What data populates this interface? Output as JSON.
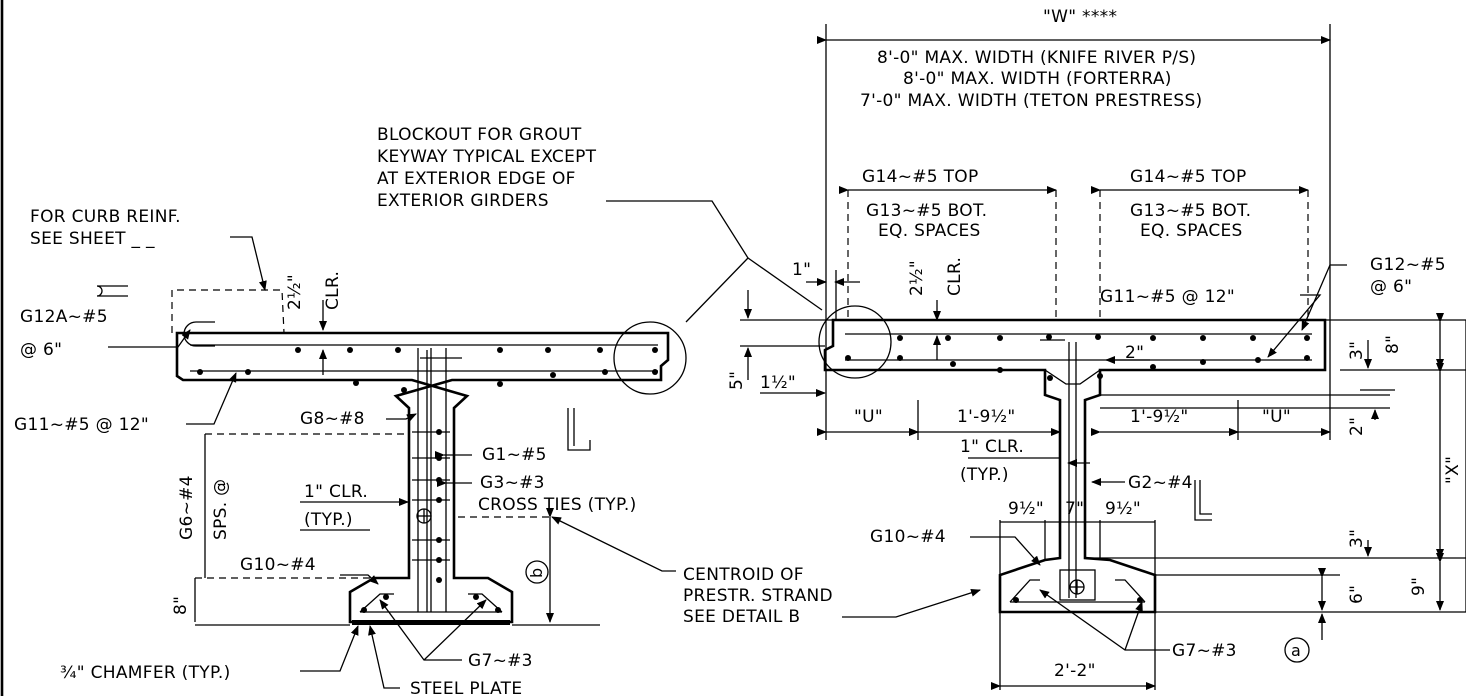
{
  "left_section": {
    "curb_note_1": "FOR CURB REINF.",
    "curb_note_2": "SEE SHEET _ _",
    "g12a_1": "G12A~#5",
    "g12a_2": "@ 6\"",
    "clr_top_num": "2½\"",
    "clr_top_label": "CLR.",
    "g11": "G11~#5 @ 12\"",
    "g8": "G8~#8",
    "g1": "G1~#5",
    "g3": "G3~#3",
    "cross_ties": "CROSS TIES (TYP.)",
    "clr_1": "1\" CLR.",
    "typ": "(TYP.)",
    "g6": "G6~#4",
    "sps": "SPS. @",
    "g10": "G10~#4",
    "dim_8": "8\"",
    "label_b": "b",
    "chamfer": "¾\" CHAMFER (TYP.)",
    "g7": "G7~#3",
    "steel_plate": "STEEL PLATE"
  },
  "blockout_note": [
    "BLOCKOUT FOR GROUT",
    "KEYWAY TYPICAL EXCEPT",
    "AT EXTERIOR EDGE OF",
    "EXTERIOR GIRDERS"
  ],
  "centroid_note": [
    "CENTROID OF",
    "PRESTR. STRAND",
    "SEE DETAIL B"
  ],
  "right_section": {
    "w_label": "\"W\" ****",
    "width_1": "8'-0\" MAX. WIDTH (KNIFE RIVER P/S)",
    "width_2": "8'-0\" MAX. WIDTH (FORTERRA)",
    "width_3": "7'-0\" MAX. WIDTH (TETON PRESTRESS)",
    "g14_left": "G14~#5 TOP",
    "g13_left": "G13~#5 BOT.",
    "eq_left": "EQ. SPACES",
    "g14_right": "G14~#5 TOP",
    "g13_right": "G13~#5 BOT.",
    "eq_right": "EQ. SPACES",
    "g12_1": "G12~#5",
    "g12_2": "@ 6\"",
    "g11": "G11~#5 @ 12\"",
    "dim_1": "1\"",
    "clr_top_num": "2½\"",
    "clr_top_label": "CLR.",
    "dim_2": "2\"",
    "dim_5": "5\"",
    "dim_1_5": "1½\"",
    "u_left": "\"U\"",
    "span_left": "1'-9½\"",
    "span_right": "1'-9½\"",
    "u_right": "\"U\"",
    "dim_3_top": "3\"",
    "dim_8": "8\"",
    "dim_2_side": "2\"",
    "x_label": "\"X\"",
    "clr_1": "1\" CLR.",
    "typ": "(TYP.)",
    "g2": "G2~#4",
    "flange_a": "9½\"",
    "web_w": "7\"",
    "flange_b": "9½\"",
    "g10": "G10~#4",
    "dim_3_bot": "3\"",
    "dim_6": "6\"",
    "dim_9": "9\"",
    "g7": "G7~#3",
    "label_a": "a",
    "bottom_w": "2'-2\""
  }
}
